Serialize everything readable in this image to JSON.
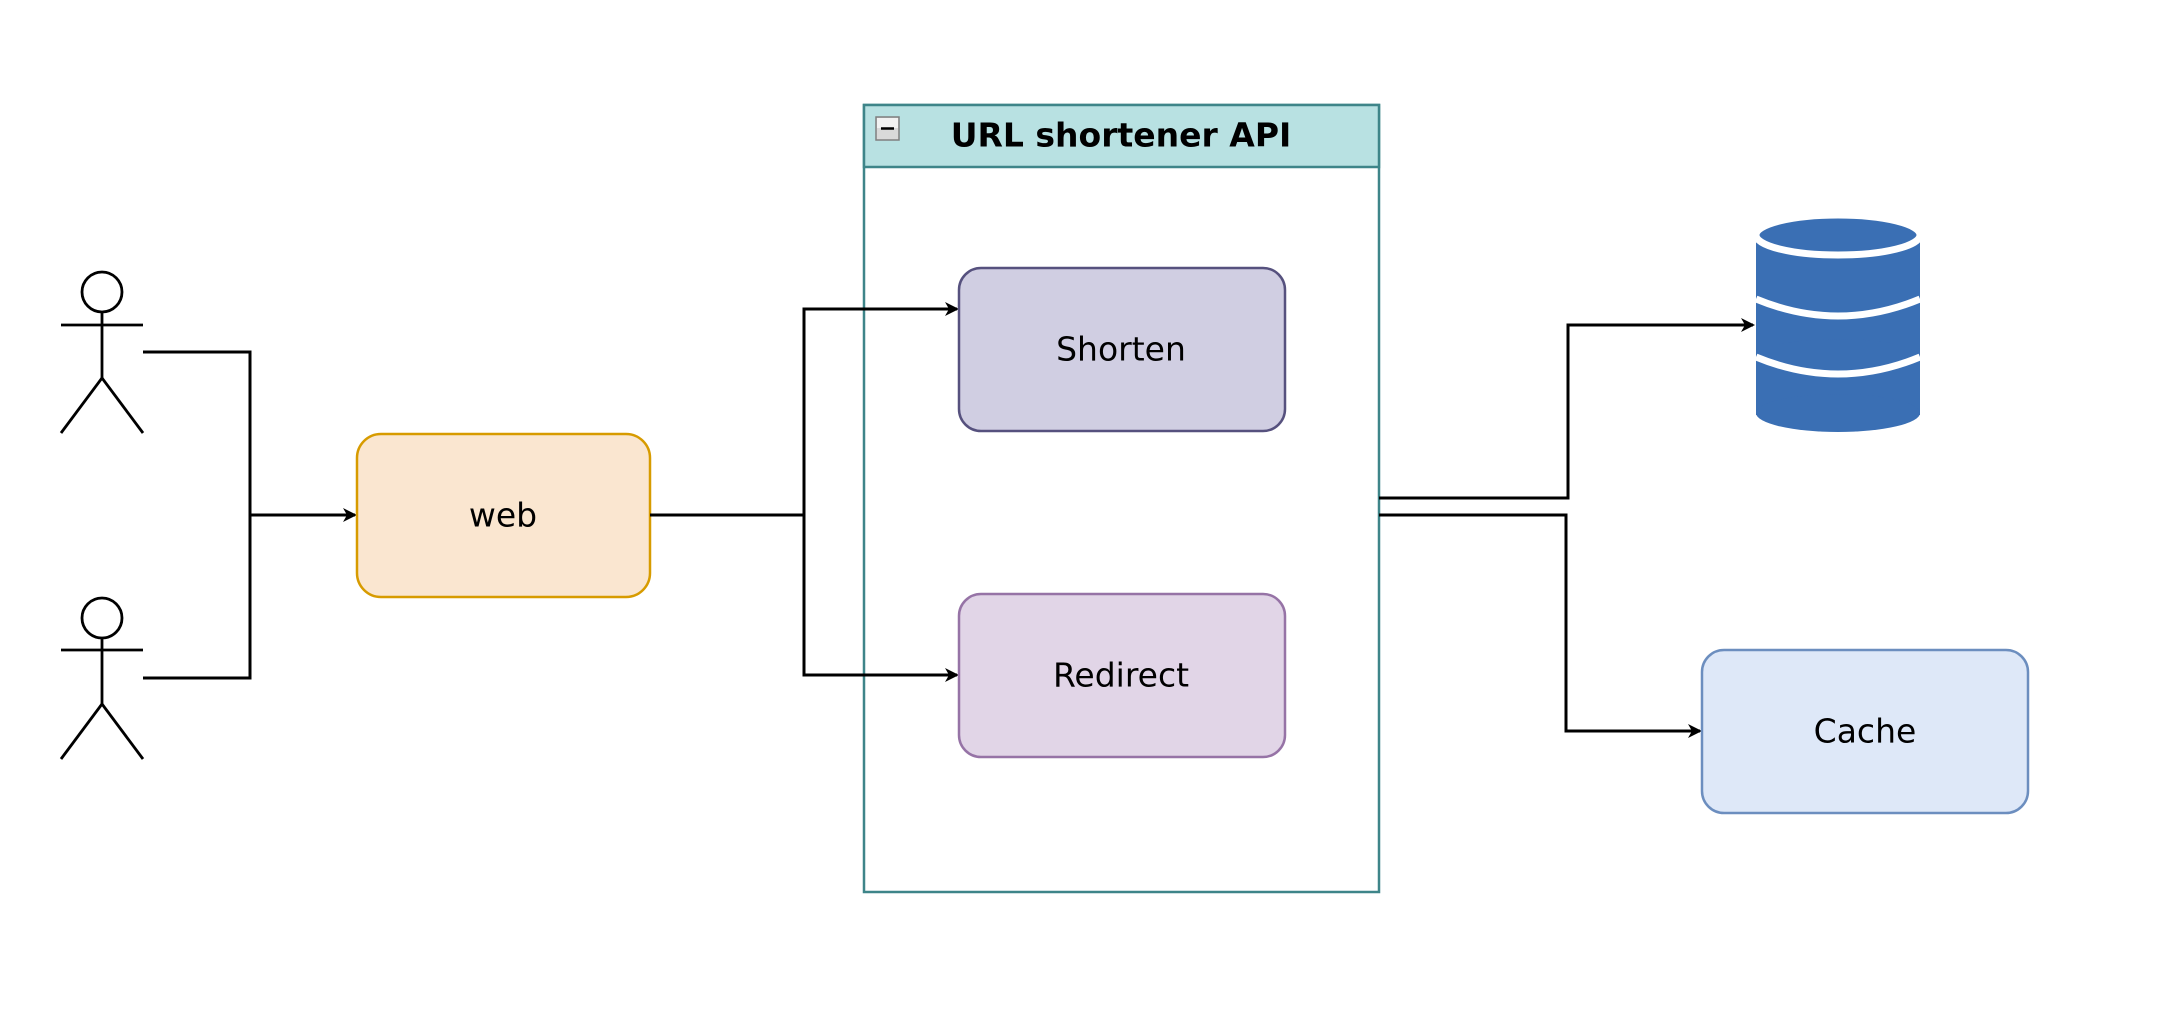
{
  "diagram": {
    "container": {
      "title": "URL shortener API"
    },
    "nodes": {
      "web": "web",
      "shorten": "Shorten",
      "redirect": "Redirect",
      "cache": "Cache"
    }
  },
  "colors": {
    "web_fill": "#fae6d0",
    "web_stroke": "#d79b00",
    "shorten_fill": "#d0cee2",
    "shorten_stroke": "#56517e",
    "redirect_fill": "#e1d5e7",
    "redirect_stroke": "#9673a6",
    "cache_fill": "#dee8f8",
    "cache_stroke": "#6c8ebf",
    "container_header_fill": "#b8e1e2",
    "container_stroke": "#3e8589",
    "database_fill": "#3a6fb4"
  },
  "icons": {
    "user": "actor-stick-figure",
    "database": "database-cylinder-icon",
    "collapse": "collapse-minus-icon"
  }
}
